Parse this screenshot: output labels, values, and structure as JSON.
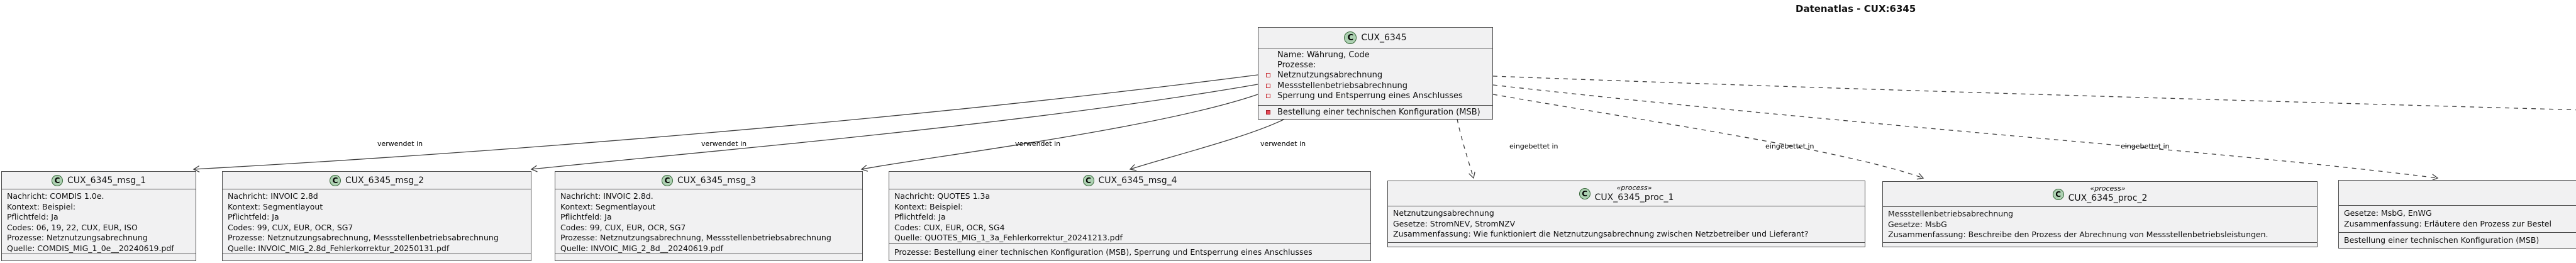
{
  "title": "Datenatlas - CUX:6345",
  "colors": {
    "box_fill": "#f1f1f2",
    "box_border": "#4a4a4a",
    "class_circle_fill": "#add1b2",
    "class_circle_border": "#38683a",
    "field_icon_color": "#c82930",
    "method_icon_fill": "#e74856",
    "edge_color": "#404040"
  },
  "main_class": {
    "icon": "C",
    "name": "CUX_6345",
    "attributes": [
      "Name: Währung, Code",
      "Prozesse:"
    ],
    "fields": [
      "Netznutzungsabrechnung",
      "Messstellenbetriebsabrechnung",
      "Sperrung und Entsperrung eines Anschlusses"
    ],
    "methods": [
      "Bestellung einer technischen Konfiguration (MSB)"
    ]
  },
  "msg_classes": [
    {
      "icon": "C",
      "name": "CUX_6345_msg_1",
      "lines": [
        "Nachricht: COMDIS 1.0e.",
        "Kontext: Beispiel:",
        "Pflichtfeld: Ja",
        "Codes: 06, 19, 22, CUX, EUR, ISO",
        "Prozesse: Netznutzungsabrechnung",
        "Quelle: COMDIS_MIG_1_0e__20240619.pdf"
      ]
    },
    {
      "icon": "C",
      "name": "CUX_6345_msg_2",
      "lines": [
        "Nachricht: INVOIC 2.8d",
        "Kontext: Segmentlayout",
        "Pflichtfeld: Ja",
        "Codes: 99, CUX, EUR, OCR, SG7",
        "Prozesse: Netznutzungsabrechnung, Messstellenbetriebsabrechnung",
        "Quelle: INVOIC_MIG_2.8d_Fehlerkorrektur_20250131.pdf"
      ]
    },
    {
      "icon": "C",
      "name": "CUX_6345_msg_3",
      "lines": [
        "Nachricht: INVOIC 2.8d.",
        "Kontext: Segmentlayout",
        "Pflichtfeld: Ja",
        "Codes: 99, CUX, EUR, OCR, SG7",
        "Prozesse: Netznutzungsabrechnung, Messstellenbetriebsabrechnung",
        "Quelle: INVOIC_MIG_2_8d__20240619.pdf"
      ]
    },
    {
      "icon": "C",
      "name": "CUX_6345_msg_4",
      "lines": [
        "Nachricht: QUOTES 1.3a",
        "Kontext: Beispiel:",
        "Pflichtfeld: Ja",
        "Codes: CUX, EUR, OCR, SG4",
        "Quelle: QUOTES_MIG_1_3a_Fehlerkorrektur_20241213.pdf"
      ],
      "footer_lines": [
        "Prozesse: Bestellung einer technischen Konfiguration (MSB), Sperrung und Entsperrung eines Anschlusses"
      ]
    }
  ],
  "process_classes": [
    {
      "icon": "C",
      "stereotype": "«process»",
      "name": "CUX_6345_proc_1",
      "lines": [
        "Netznutzungsabrechnung",
        "Gesetze: StromNEV, StromNZV",
        "Zusammenfassung: Wie funktioniert die Netznutzungsabrechnung zwischen Netzbetreiber und Lieferant?"
      ]
    },
    {
      "icon": "C",
      "stereotype": "«process»",
      "name": "CUX_6345_proc_2",
      "lines": [
        "Messstellenbetriebsabrechnung",
        "Gesetze: MsbG",
        "Zusammenfassung: Beschreibe den Prozess der Abrechnung von Messstellenbetriebsleistungen."
      ]
    },
    {
      "icon": "",
      "stereotype": "",
      "name": "",
      "lines": [
        "Gesetze: MsbG, EnWG",
        "Zusammenfassung: Erläutere den Prozess zur Bestel"
      ],
      "footer_lines": [
        "Bestellung einer technischen Konfiguration (MSB)"
      ]
    }
  ],
  "edge_labels": {
    "verwendet": "verwendet in",
    "eingebettet": "eingebettet in"
  }
}
